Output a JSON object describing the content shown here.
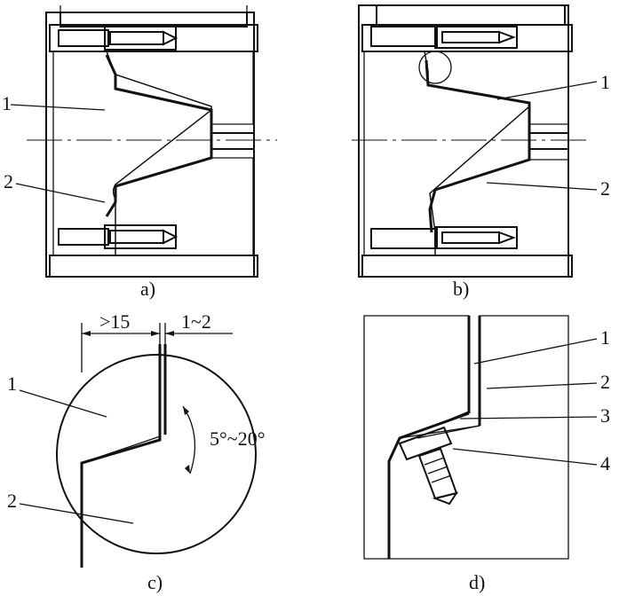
{
  "panels": {
    "a": {
      "caption": "a)",
      "labels": [
        "1",
        "2"
      ]
    },
    "b": {
      "caption": "b)",
      "labels": [
        "1",
        "2"
      ]
    },
    "c": {
      "caption": "c)",
      "labels": [
        "1",
        "2"
      ],
      "dim_left": ">15",
      "dim_right": "1~2",
      "angle": "5°~20°"
    },
    "d": {
      "caption": "d)",
      "labels": [
        "1",
        "2",
        "3",
        "4"
      ]
    }
  },
  "colors": {
    "ink": "#111111",
    "paper": "#ffffff"
  }
}
